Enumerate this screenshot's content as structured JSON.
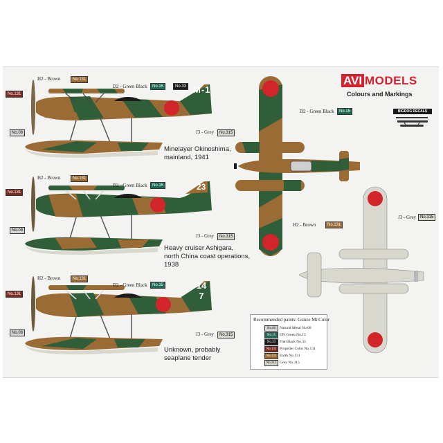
{
  "colors": {
    "brown": "#9a6b35",
    "green_black": "#2f5e39",
    "flat_black": "#1b1b1b",
    "red": "#d1252a",
    "grey": "#d9d8cf",
    "natural_metal": "#b7b7b7",
    "brand_red": "#d5202e",
    "chip_teal": "#1f6b55"
  },
  "brand": {
    "avi": "AVI",
    "models": "MODELS",
    "subtitle": "Colours and Markings",
    "badge": "BIGDOG DECALS"
  },
  "side_views": [
    {
      "caption_lines": [
        "Minelayer Okinoshima,",
        "mainland, 1941"
      ],
      "callouts": [
        {
          "text": "H2 - Brown",
          "chip": "No.131"
        },
        {
          "text": "D2 - Green Black",
          "chip": "No.15"
        },
        {
          "chip": "No.33"
        },
        {
          "chip": "No.131"
        },
        {
          "chip": "No.08"
        },
        {
          "text": "J3 - Grey",
          "chip": "No.315"
        }
      ],
      "tail_code": "M-1"
    },
    {
      "caption_lines": [
        "Heavy cruiser Ashigara,",
        "north China coast operations,",
        "1938"
      ],
      "callouts": [
        {
          "text": "H2 - Brown",
          "chip": "No.131"
        },
        {
          "text": "D2 - Green Black",
          "chip": "No.15"
        },
        {
          "chip": "No.131"
        },
        {
          "chip": "No.08"
        },
        {
          "text": "J3 - Grey",
          "chip": "No.315"
        }
      ],
      "tail_code": "23"
    },
    {
      "caption_lines": [
        "Unknown, probably",
        "seaplane tender"
      ],
      "callouts": [
        {
          "text": "H2 - Brown",
          "chip": "No.131"
        },
        {
          "text": "D2 - Green Black",
          "chip": "No.15"
        },
        {
          "chip": "No.131"
        },
        {
          "chip": "No.08"
        },
        {
          "text": "J3 - Grey",
          "chip": "No.315"
        }
      ],
      "tail_code": "14 7"
    }
  ],
  "top_view": {
    "callout_green": {
      "text": "D2 - Green Black",
      "chip": "No.15"
    },
    "callout_brown": {
      "text": "H2 - Brown",
      "chip": "No.131"
    }
  },
  "under_view": {
    "callout_grey": {
      "text": "J3 - Grey",
      "chip": "No.315"
    }
  },
  "legend": {
    "title": "Recommended paints: Gunze Mr.Color",
    "rows": [
      {
        "chip": "No.08",
        "name": "Natural Metal No.08"
      },
      {
        "chip": "No.15",
        "name": "IJN Green No.15"
      },
      {
        "chip": "No.33",
        "name": "Flat Black No.33"
      },
      {
        "chip": "No.131",
        "name": "Propeller Color No.131"
      },
      {
        "chip": "No.131",
        "name": "Earth No.131"
      },
      {
        "chip": "No.315",
        "name": "Grey No.315"
      }
    ]
  }
}
